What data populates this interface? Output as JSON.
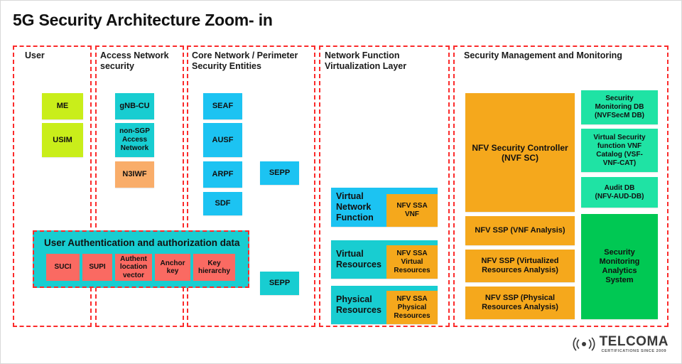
{
  "page": {
    "title": "5G Security Architecture Zoom- in",
    "background": "#ffffff"
  },
  "colors": {
    "dashed_red": "#fb2b2b",
    "yellow_green": "#c9ee1a",
    "cyan": "#18cdd1",
    "orange_light": "#f9ad6a",
    "blue": "#1cc3f2",
    "amber": "#f5a81c",
    "mint": "#1fe3a4",
    "green": "#00c853",
    "salmon": "#fa6a62"
  },
  "columns": [
    {
      "id": "user",
      "label": "User"
    },
    {
      "id": "access",
      "label": "Access Network\nsecurity"
    },
    {
      "id": "core",
      "label": "Core Network / Perimeter\nSecurity Entities"
    },
    {
      "id": "nfv",
      "label": "Network Function\nVirtualization Layer"
    },
    {
      "id": "secmgmt",
      "label": "Security Management and Monitoring"
    }
  ],
  "user_column": {
    "boxes": [
      {
        "label": "ME",
        "color": "#c9ee1a"
      },
      {
        "label": "USIM",
        "color": "#c9ee1a"
      }
    ]
  },
  "access_column": {
    "boxes": [
      {
        "label": "gNB-CU",
        "color": "#18cdd1"
      },
      {
        "label": "non-SGP\nAccess\nNetwork",
        "color": "#18cdd1"
      },
      {
        "label": "N3IWF",
        "color": "#f9ad6a"
      }
    ]
  },
  "core_column": {
    "boxes": [
      {
        "label": "SEAF",
        "color": "#1cc3f2"
      },
      {
        "label": "AUSF",
        "color": "#1cc3f2"
      },
      {
        "label": "ARPF",
        "color": "#1cc3f2"
      },
      {
        "label": "SDF",
        "color": "#1cc3f2"
      },
      {
        "label": "SEPP",
        "color": "#1cc3f2"
      },
      {
        "label": "SEPP",
        "color": "#18cdd1"
      }
    ]
  },
  "auth_panel": {
    "title": "User Authentication and authorization data",
    "chips": [
      {
        "label": "SUCI"
      },
      {
        "label": "SUPI"
      },
      {
        "label": "Authent\nlocation\nvector"
      },
      {
        "label": "Anchor\nkey"
      },
      {
        "label": "Key\nhierarchy"
      }
    ]
  },
  "nfv_column": {
    "rows": [
      {
        "left_label": "Virtual\nNetwork\nFunction",
        "left_color": "#1cc3f2",
        "right_label": "NFV SSA\nVNF"
      },
      {
        "left_label": "Virtual\nResources",
        "left_color": "#18cdd1",
        "right_label": "NFV SSA\nVirtual\nResources"
      },
      {
        "left_label": "Physical\nResources",
        "left_color": "#18cdd1",
        "right_label": "NFV SSA\nPhysical\nResources"
      }
    ]
  },
  "secmgmt_column": {
    "left_boxes": [
      {
        "label": "NFV Security Controller\n(NVF SC)",
        "color": "#f5a81c"
      },
      {
        "label": "NFV SSP (VNF Analysis)",
        "color": "#f5a81c"
      },
      {
        "label": "NFV SSP (Virtualized\nResources Analysis)",
        "color": "#f5a81c"
      },
      {
        "label": "NFV SSP (Physical\nResources Analysis)",
        "color": "#f5a81c"
      }
    ],
    "right_boxes": [
      {
        "label": "Security\nMonitoring DB\n(NVFSecM DB)",
        "color": "#1fe3a4"
      },
      {
        "label": "Virtual Security\nfunction  VNF\nCatalog (VSF-\nVNF-CAT)",
        "color": "#1fe3a4"
      },
      {
        "label": "Audit DB\n(NFV-AUD-DB)",
        "color": "#1fe3a4"
      },
      {
        "label": "Security\nMonitoring\nAnalytics\nSystem",
        "color": "#00c853"
      }
    ]
  },
  "logo": {
    "name": "TELCOMA",
    "tagline": "CERTIFICATIONS SINCE 2009",
    "icon": "wireless-signal-icon"
  }
}
